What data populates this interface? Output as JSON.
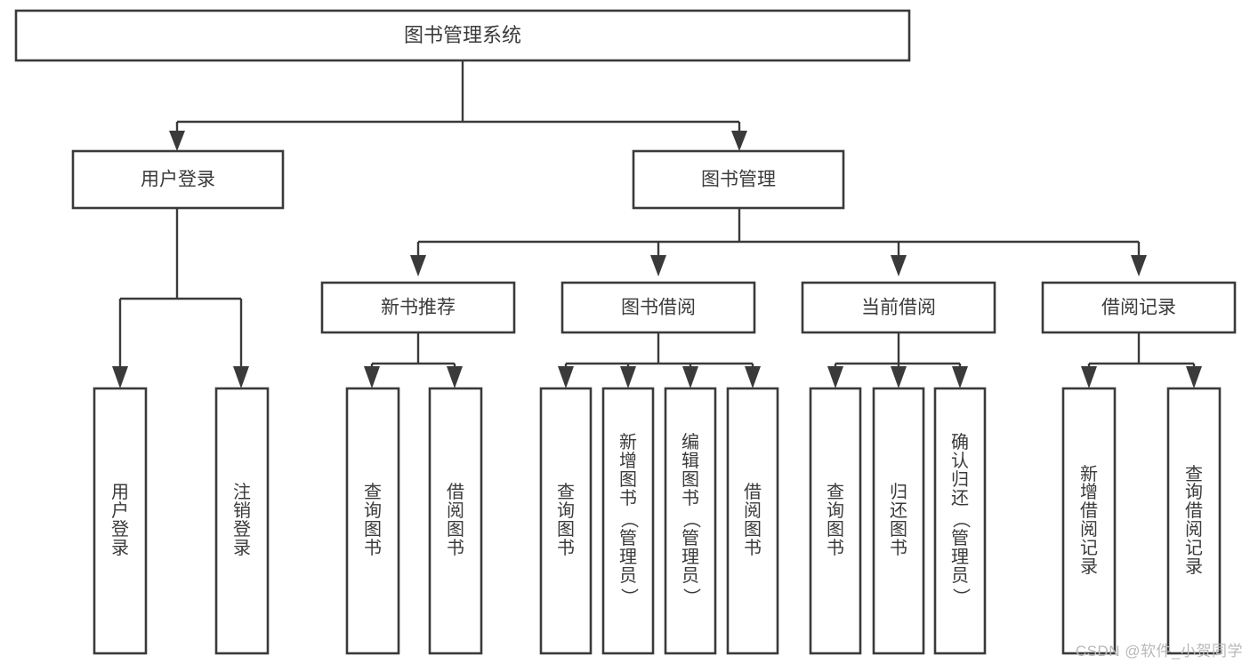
{
  "diagram": {
    "title": "图书管理系统",
    "type": "tree-hierarchy",
    "watermark": "CSDN @软件_小贺同学",
    "colors": {
      "stroke": "#3a3a3a",
      "text": "#3b3b3b",
      "background": "#ffffff",
      "watermark": "#b9b9b9"
    },
    "levels": {
      "root": {
        "label": "图书管理系统"
      },
      "level2": [
        {
          "label": "用户登录"
        },
        {
          "label": "图书管理"
        }
      ],
      "level3": [
        {
          "label": "新书推荐"
        },
        {
          "label": "图书借阅"
        },
        {
          "label": "当前借阅"
        },
        {
          "label": "借阅记录"
        }
      ],
      "leaves": {
        "user_login": [
          {
            "label": "用户登录"
          },
          {
            "label": "注销登录"
          }
        ],
        "new_book_recommend": [
          {
            "label": "查询图书"
          },
          {
            "label": "借阅图书"
          }
        ],
        "book_borrow": [
          {
            "label": "查询图书"
          },
          {
            "label": "新增图书（管理员）"
          },
          {
            "label": "编辑图书（管理员）"
          },
          {
            "label": "借阅图书"
          }
        ],
        "current_borrow": [
          {
            "label": "查询图书"
          },
          {
            "label": "归还图书"
          },
          {
            "label": "确认归还（管理员）"
          }
        ],
        "borrow_record": [
          {
            "label": "新增借阅记录"
          },
          {
            "label": "查询借阅记录"
          }
        ]
      }
    }
  }
}
